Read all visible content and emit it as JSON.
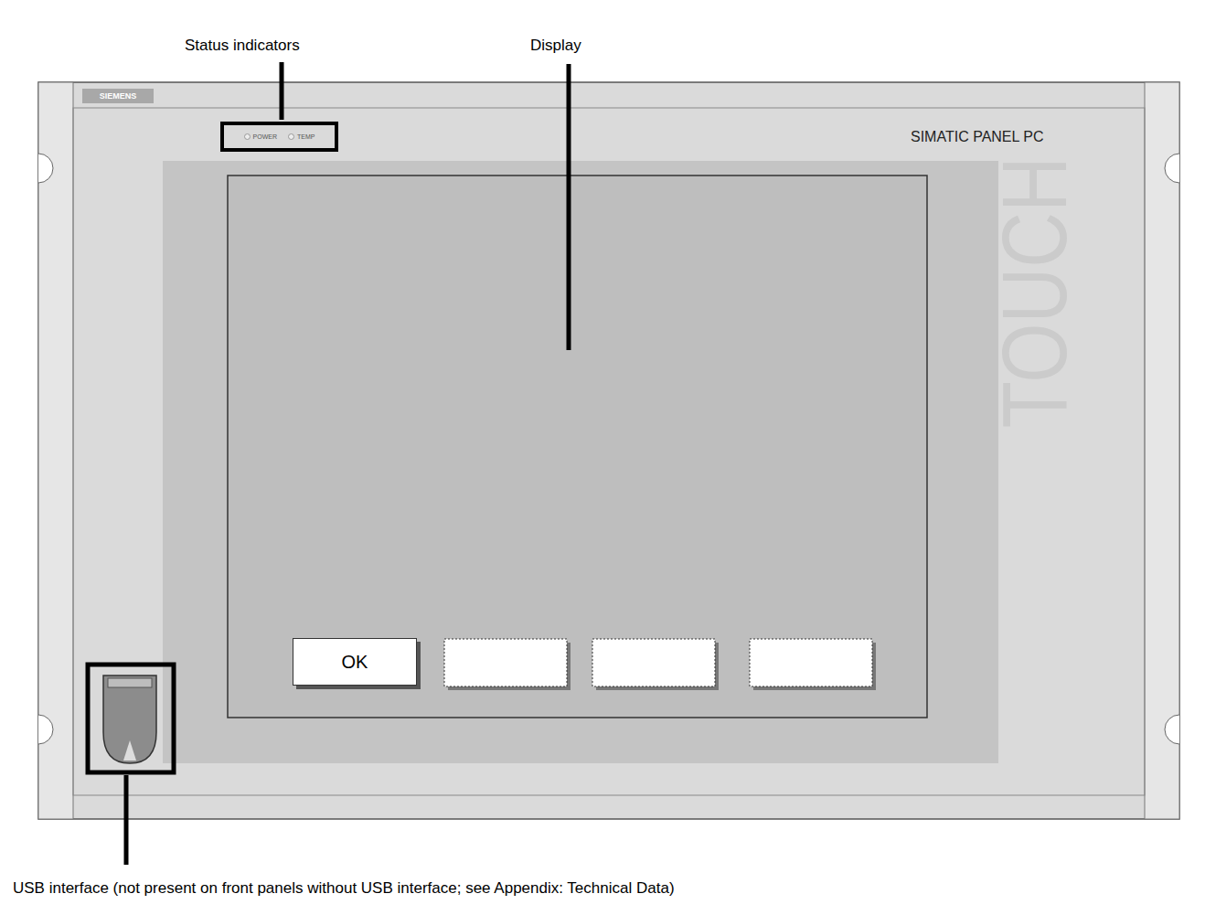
{
  "diagram": {
    "nodes": [
      {
        "text": [
          "SIEMENS"
        ]
      },
      {
        "text": [
          "POWER",
          "TEMP"
        ]
      },
      {
        "text": [
          "OK"
        ]
      }
    ],
    "labels": [
      "Status indicators",
      "Display",
      "SIMATIC PANEL PC",
      "TOUCH",
      "USB interface (not present on front panels without USB interface; see Appendix: Technical Data)"
    ]
  }
}
